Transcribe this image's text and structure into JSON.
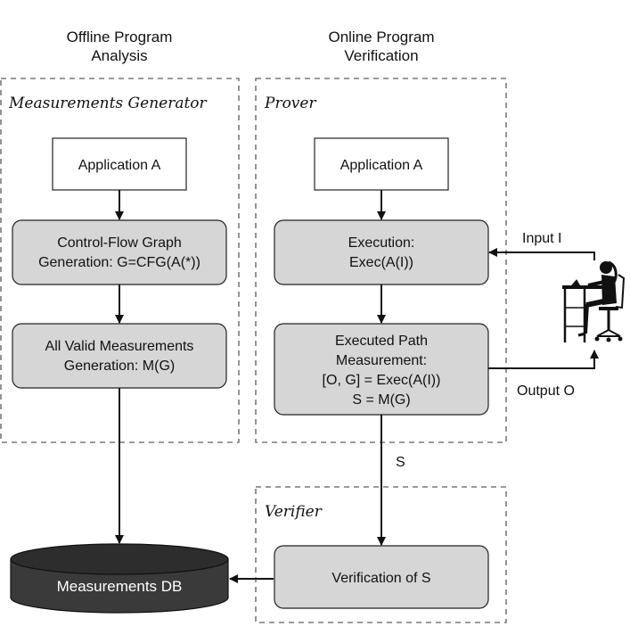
{
  "columns": {
    "offline": [
      "Offline Program",
      "Analysis"
    ],
    "online": [
      "Online Program",
      "Verification"
    ]
  },
  "groups": {
    "measurements_generator": "Measurements Generator",
    "prover": "Prover",
    "verifier": "Verifier"
  },
  "nodes": {
    "app_left": [
      "Application A"
    ],
    "cfg": [
      "Control-Flow Graph",
      "Generation: G=CFG(A(*))"
    ],
    "valid_meas": [
      "All Valid Measurements",
      "Generation: M(G)"
    ],
    "app_right": [
      "Application A"
    ],
    "execution": [
      "Execution:",
      "Exec(A(I))"
    ],
    "exec_path": [
      "Executed Path",
      "Measurement:",
      "[O, G] = Exec(A(I))",
      "S = M(G)"
    ],
    "verification": [
      "Verification of S"
    ],
    "db": [
      "Measurements DB"
    ]
  },
  "edges": {
    "input": "Input I",
    "output": "Output O",
    "s": "S"
  },
  "icons": {
    "user": "person-at-desk-icon"
  }
}
